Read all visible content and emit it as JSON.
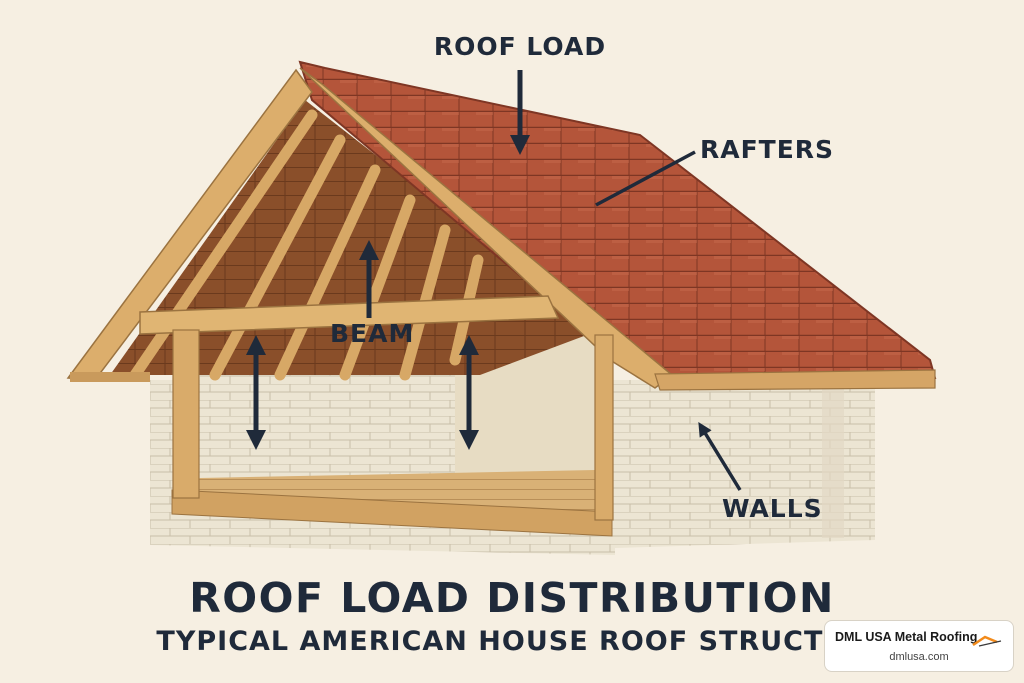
{
  "labels": {
    "roof_load": "ROOF LOAD",
    "rafters": "RAFTERS",
    "beam": "BEAM",
    "walls": "WALLS"
  },
  "title": "ROOF LOAD DISTRIBUTION",
  "subtitle": "TYPICAL AMERICAN HOUSE ROOF STRUCTURE",
  "brand": {
    "name": "DML USA Metal Roofing",
    "url": "dmlusa.com",
    "logo_icon": "roof-swoosh-icon"
  },
  "colors": {
    "background": "#f6efe2",
    "shingle": "#b4553a",
    "timber": "#d9ab6a",
    "brick": "#e8e1d0",
    "arrow": "#1f2a3a"
  }
}
